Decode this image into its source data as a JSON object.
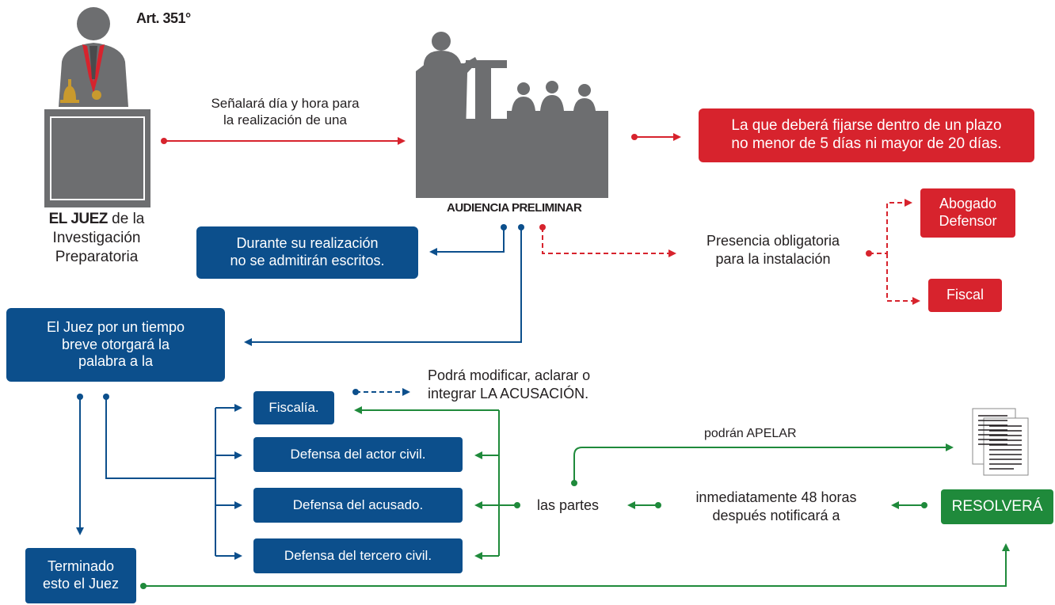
{
  "header": {
    "article": "Art. 351°"
  },
  "judge": {
    "title_bold": "EL JUEZ",
    "title_rest": " de la",
    "line2": "Investigación",
    "line3": "Preparatoria"
  },
  "arrow_label_1": {
    "line1": "Señalará día y hora para",
    "line2": "la realización de una"
  },
  "audiencia": {
    "label": "AUDIENCIA PRELIMINAR"
  },
  "plazo": {
    "line1": "La que deberá fijarse dentro de un plazo",
    "line2": "no menor de 5 días ni mayor de 20 días."
  },
  "escritos": {
    "line1": "Durante su realización",
    "line2": "no se admitirán escritos."
  },
  "presencia": {
    "line1": "Presencia obligatoria",
    "line2": "para la instalación"
  },
  "abogado": {
    "line1": "Abogado",
    "line2": "Defensor"
  },
  "fiscal": {
    "label": "Fiscal"
  },
  "juez_palabra": {
    "line1": "El Juez por un tiempo",
    "line2": "breve otorgará la",
    "line3": "palabra a la"
  },
  "parties": {
    "fiscalia": "Fiscalía.",
    "actor_civil": "Defensa del actor civil.",
    "acusado": "Defensa del acusado.",
    "tercero_civil": "Defensa del tercero civil."
  },
  "acusacion_note": {
    "line1": "Podrá modificar, aclarar o",
    "line2": "integrar LA ACUSACIÓN."
  },
  "apelar": {
    "label": "podrán APELAR"
  },
  "las_partes": {
    "label": "las partes"
  },
  "notifica": {
    "line1": "inmediatamente 48 horas",
    "line2": "después notificará a"
  },
  "resolvera": {
    "label": "RESOLVERÁ"
  },
  "terminado": {
    "line1": "Terminado",
    "line2": "esto el Juez"
  },
  "colors": {
    "blue": "#0c4f8c",
    "red": "#d7232d",
    "green": "#1f8a3b",
    "silhouette": "#6d6e70",
    "medal": "#d7232d",
    "bell": "#c99a2e"
  },
  "icons": {
    "judge": "judge-silhouette-icon",
    "courtroom": "courtroom-silhouette-icon",
    "document": "document-stack-icon",
    "bell": "bell-icon"
  }
}
